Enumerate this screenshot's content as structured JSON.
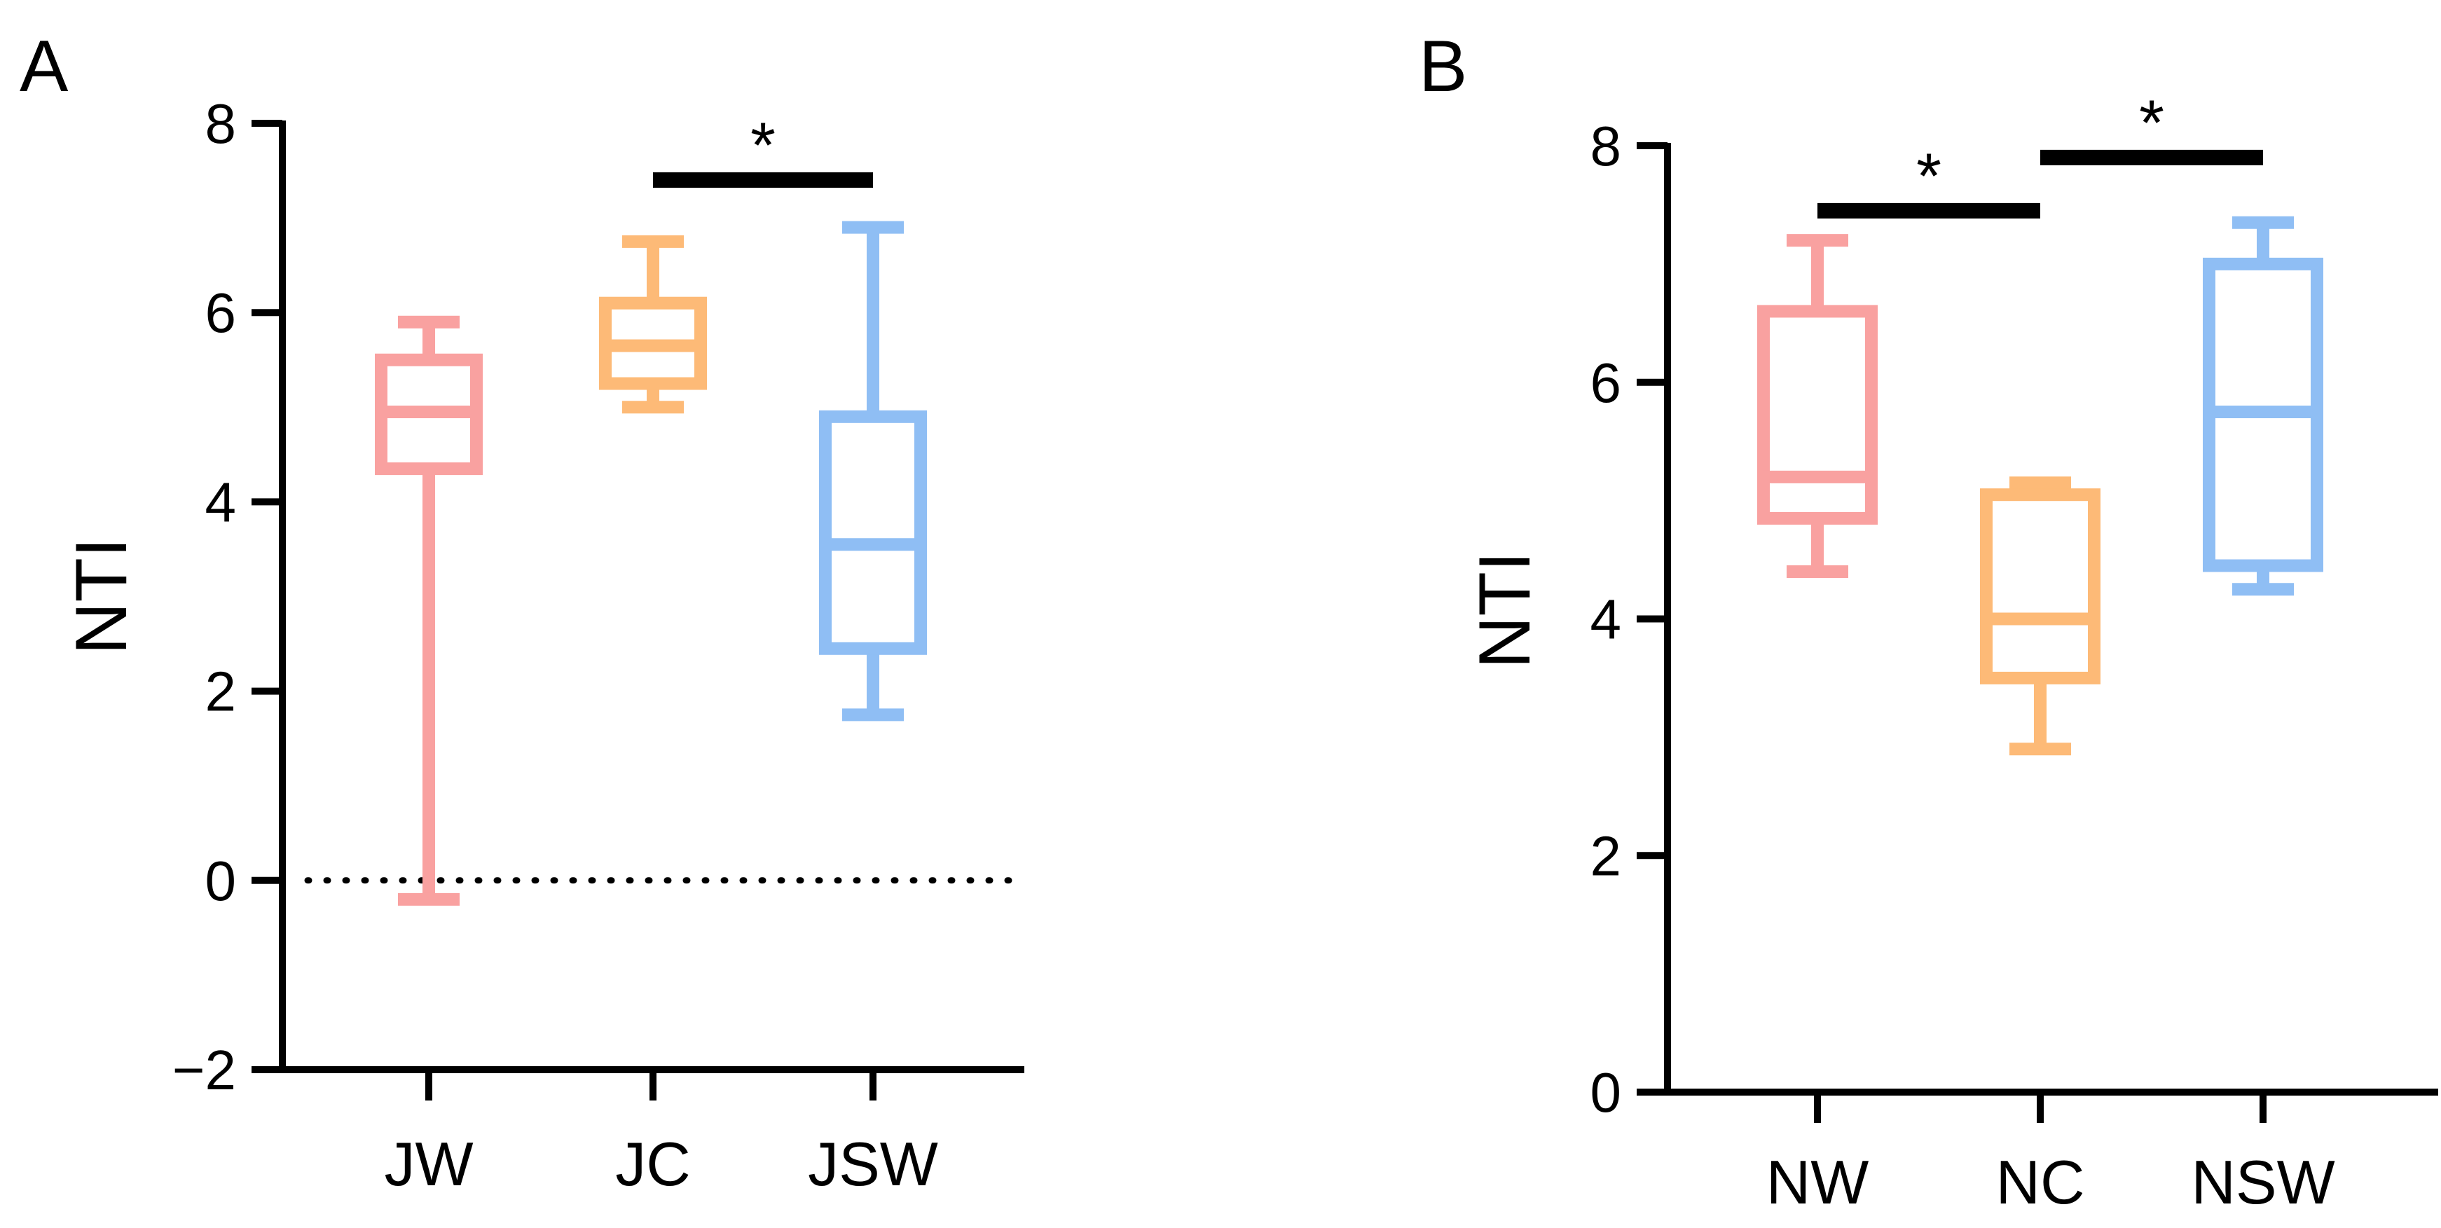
{
  "colors": {
    "W": "#F9A1A0",
    "C": "#FDBA77",
    "SW": "#8FBEF4",
    "axis": "#000000"
  },
  "chart_data": [
    {
      "type": "boxplot",
      "panel_label": "A",
      "ylabel": "NTI",
      "ylim": [
        -2,
        8
      ],
      "yticks": [
        "−2",
        "0",
        "2",
        "4",
        "6",
        "8"
      ],
      "ytick_values": [
        -2,
        0,
        2,
        4,
        6,
        8
      ],
      "reference_line": 0,
      "categories": [
        "JW",
        "JC",
        "JSW"
      ],
      "boxes": [
        {
          "name": "JW",
          "color_key": "W",
          "min": -0.2,
          "q1": 4.35,
          "median": 4.95,
          "q3": 5.5,
          "max": 5.9
        },
        {
          "name": "JC",
          "color_key": "C",
          "min": 5.0,
          "q1": 5.25,
          "median": 5.65,
          "q3": 6.1,
          "max": 6.75
        },
        {
          "name": "JSW",
          "color_key": "SW",
          "min": 1.75,
          "q1": 2.45,
          "median": 3.55,
          "q3": 4.9,
          "max": 6.9
        }
      ],
      "significance": [
        {
          "from": 1,
          "to": 2,
          "y": 7.4,
          "label": "*"
        }
      ]
    },
    {
      "type": "boxplot",
      "panel_label": "B",
      "ylabel": "NTI",
      "ylim": [
        0,
        8
      ],
      "yticks": [
        "0",
        "2",
        "4",
        "6",
        "8"
      ],
      "ytick_values": [
        0,
        2,
        4,
        6,
        8
      ],
      "categories": [
        "NW",
        "NC",
        "NSW"
      ],
      "boxes": [
        {
          "name": "NW",
          "color_key": "W",
          "min": 4.4,
          "q1": 4.85,
          "median": 5.2,
          "q3": 6.6,
          "max": 7.2
        },
        {
          "name": "NC",
          "color_key": "C",
          "min": 2.9,
          "q1": 3.5,
          "median": 4.0,
          "q3": 5.05,
          "max": 5.15
        },
        {
          "name": "NSW",
          "color_key": "SW",
          "min": 4.25,
          "q1": 4.45,
          "median": 5.75,
          "q3": 7.0,
          "max": 7.35
        }
      ],
      "significance": [
        {
          "from": 0,
          "to": 1,
          "y": 7.45,
          "label": "*"
        },
        {
          "from": 1,
          "to": 2,
          "y": 7.9,
          "label": "*"
        }
      ]
    }
  ]
}
